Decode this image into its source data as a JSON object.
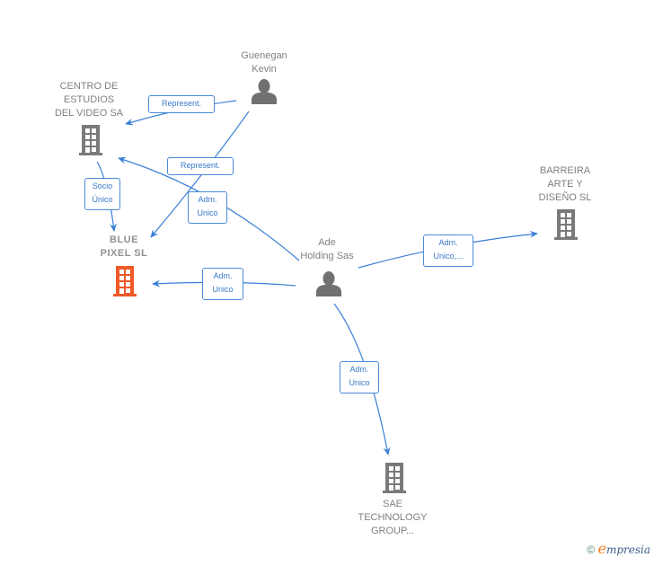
{
  "nodes": {
    "guenegan": {
      "label": "Guenegan\nKevin",
      "type": "person"
    },
    "centro": {
      "label": "CENTRO DE\nESTUDIOS\nDEL VIDEO SA",
      "type": "company"
    },
    "blue_pixel": {
      "label": "BLUE\nPIXEL  SL",
      "type": "company-focus"
    },
    "ade": {
      "label": "Ade\nHolding Sas",
      "type": "person"
    },
    "barreira": {
      "label": "BARREIRA\nARTE Y\nDISEÑO SL",
      "type": "company"
    },
    "sae": {
      "label": "SAE\nTECHNOLOGY\nGROUP...",
      "type": "company"
    }
  },
  "edges": [
    {
      "from": "guenegan",
      "to": "centro",
      "label": "Represent."
    },
    {
      "from": "guenegan",
      "to": "blue_pixel",
      "label": "Represent."
    },
    {
      "from": "centro",
      "to": "blue_pixel",
      "label": "Socio\nÚnico"
    },
    {
      "from": "ade",
      "to": "centro",
      "label": "Adm.\nUnico"
    },
    {
      "from": "ade",
      "to": "blue_pixel",
      "label": "Adm.\nUnico"
    },
    {
      "from": "ade",
      "to": "barreira",
      "label": "Adm.\nUnico,..."
    },
    {
      "from": "ade",
      "to": "sae",
      "label": "Adm.\nUnico"
    }
  ],
  "colors": {
    "edge": "#3a7fd5",
    "company_icon": "#7a7a7a",
    "focus_icon": "#f05a28",
    "person_icon": "#707070"
  },
  "footer": {
    "copyright": "©",
    "brand_initial": "e",
    "brand_rest": "mpresia"
  }
}
